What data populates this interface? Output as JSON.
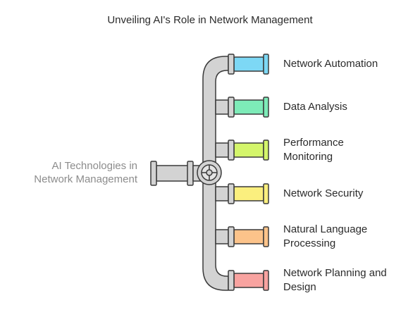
{
  "title": "Unveiling AI's Role in Network Management",
  "source": {
    "line1": "AI Technologies in",
    "line2": "Network Management"
  },
  "items": [
    {
      "line1": "Network Automation",
      "line2": "",
      "color": "#7dd8f5"
    },
    {
      "line1": "Data Analysis",
      "line2": "",
      "color": "#7debb8"
    },
    {
      "line1": "Performance",
      "line2": "Monitoring",
      "color": "#d4f56b"
    },
    {
      "line1": "Network Security",
      "line2": "",
      "color": "#fbef7e"
    },
    {
      "line1": "Natural Language",
      "line2": "Processing",
      "color": "#fcc38a"
    },
    {
      "line1": "Network Planning and",
      "line2": "Design",
      "color": "#f8a3a0"
    }
  ],
  "colors": {
    "pipe": "#d3d3d3",
    "outline": "#3a3a3a"
  }
}
